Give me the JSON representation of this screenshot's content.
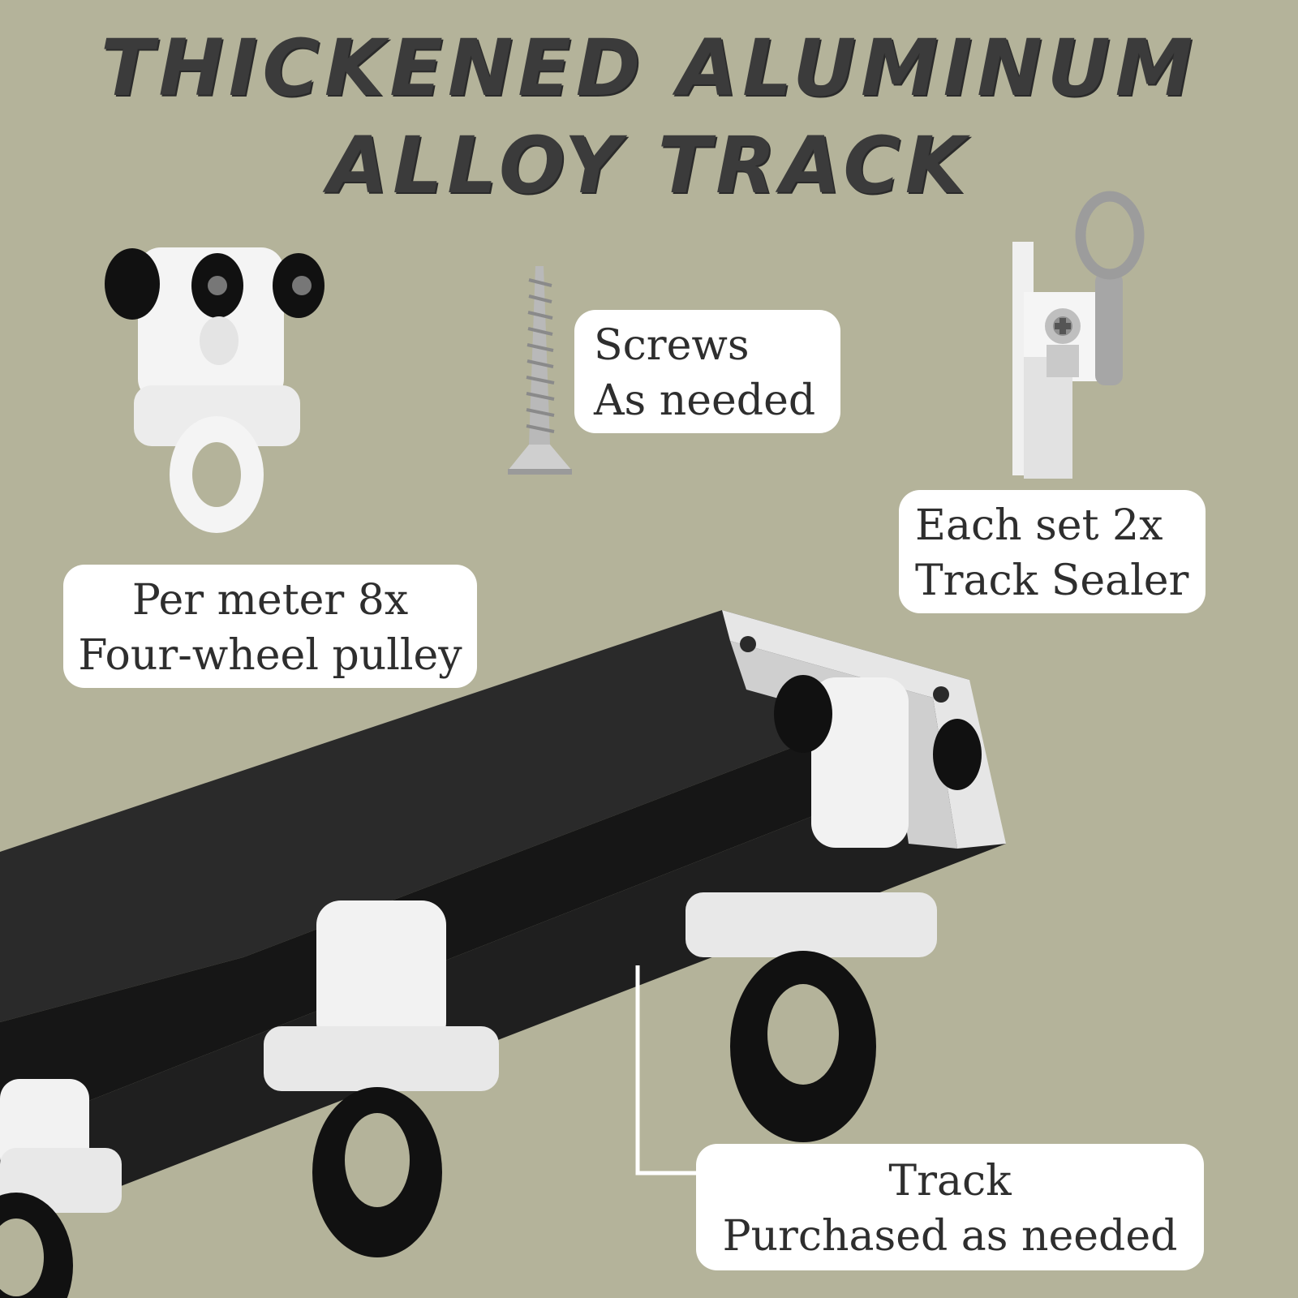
{
  "title": {
    "line1": "Thickened Aluminum",
    "line2": "Alloy Track"
  },
  "labels": {
    "screws": {
      "line1": "Screws",
      "line2": "As needed"
    },
    "sealer": {
      "line1": "Each set 2x",
      "line2": "Track Sealer"
    },
    "pulley": {
      "line1": "Per meter 8x",
      "line2": "Four-wheel pulley"
    },
    "track": {
      "line1": "Track",
      "line2": "Purchased as needed"
    }
  },
  "colors": {
    "background": "#b4b39a",
    "title_text": "#3b3b3b",
    "label_background": "#ffffff",
    "track_black": "#1c1c1c",
    "pulley_white": "#f2f2f2"
  }
}
